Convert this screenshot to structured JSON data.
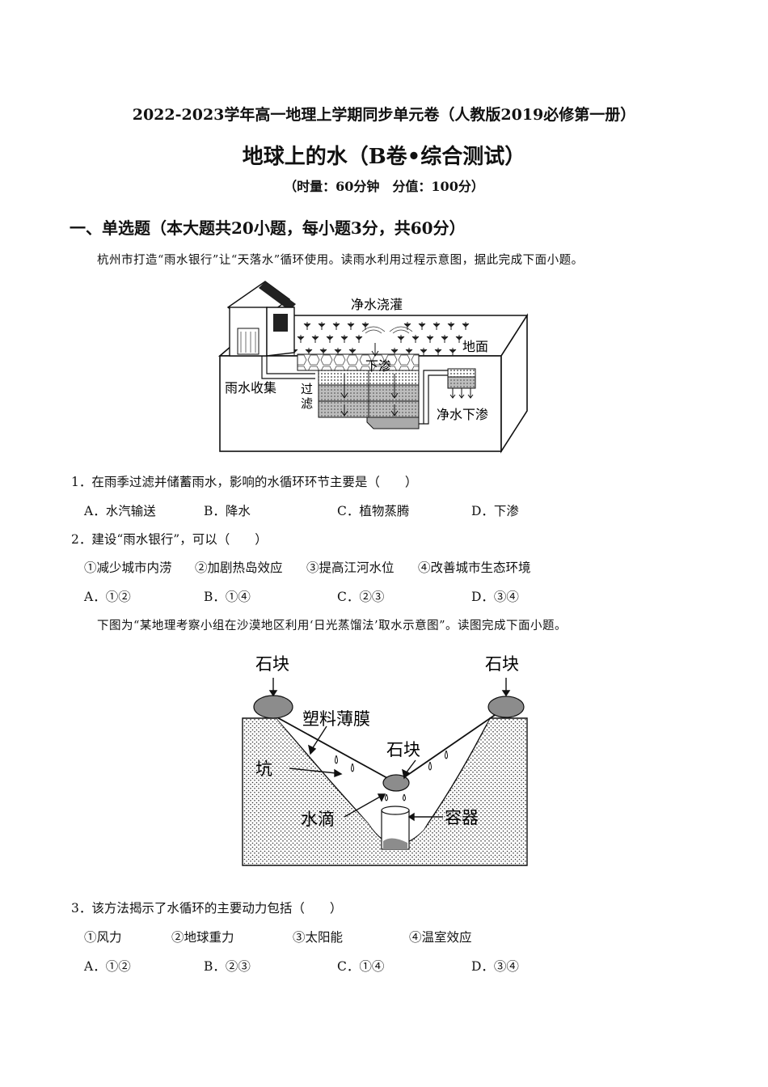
{
  "header": {
    "series_title": "2022-2023学年高一地理上学期同步单元卷（人教版2019必修第一册）",
    "main_title": "地球上的水（B卷•综合测试）",
    "time_score": "（时量：60分钟　分值：100分）"
  },
  "section1": {
    "heading": "一、单选题（本大题共20小题，每小题3分，共60分）"
  },
  "group1": {
    "intro": "杭州市打造“雨水银行”让“天落水”循环使用。读雨水利用过程示意图，据此完成下面小题。",
    "figure": {
      "labels": {
        "irrigation": "净水浇灌",
        "ground": "地面",
        "infiltration": "下渗",
        "collection": "雨水收集",
        "filter_1": "过",
        "filter_2": "滤",
        "clean_infiltration": "净水下渗"
      }
    }
  },
  "q1": {
    "stem": "1．在雨季过滤并储蓄雨水，影响的水循环环节主要是（　　）",
    "options": [
      "A．水汽输送",
      "B．降水",
      "C．植物蒸腾",
      "D．下渗"
    ]
  },
  "q2": {
    "stem": "2．建设“雨水银行”，可以（　　）",
    "items": [
      "①减少城市内涝",
      "②加剧热岛效应",
      "③提高江河水位",
      "④改善城市生态环境"
    ],
    "options": [
      "A．①②",
      "B．①④",
      "C．②③",
      "D．③④"
    ]
  },
  "group2": {
    "intro": "下图为“某地理考察小组在沙漠地区利用‘日光蒸馏法’取水示意图”。读图完成下面小题。",
    "figure": {
      "labels": {
        "stone_left": "石块",
        "stone_right": "石块",
        "film": "塑料薄膜",
        "stone_center": "石块",
        "pit": "坑",
        "droplet": "水滴",
        "container": "容器"
      }
    }
  },
  "q3": {
    "stem": "3．该方法揭示了水循环的主要动力包括（　　）",
    "items": [
      "①风力",
      "②地球重力",
      "③太阳能",
      "④温室效应"
    ],
    "options": [
      "A．①②",
      "B．②③",
      "C．①④",
      "D．③④"
    ]
  }
}
